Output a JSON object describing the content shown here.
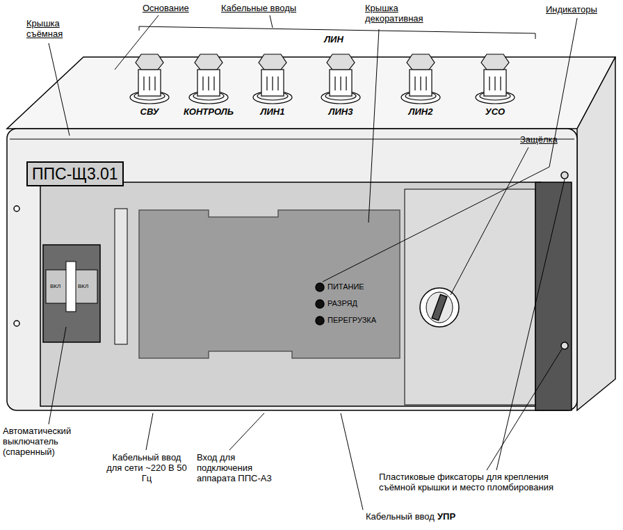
{
  "diagram": {
    "nodes": [
      {
        "text": [
          "ППС-Щ3.01"
        ]
      }
    ],
    "labels": [
      "Основание",
      "Кабельные вводы",
      "Крышка декоративная",
      "Индикаторы",
      "Крышка съёмная",
      "ЛИН",
      "СВУ",
      "КОНТРОЛЬ",
      "ЛИН1",
      "ЛИН3",
      "ЛИН2",
      "УСО",
      "Защёлка",
      "ПИТАНИЕ",
      "РАЗРЯД",
      "ПЕРЕГРУЗКА",
      "ВКЛ",
      "ВКЛ",
      "Автоматический выключатель (спаренный)",
      "Кабельный ввод для сети ~220 В 50 Гц",
      "Вход для подключения аппарата ППС-А3",
      "Пластиковые фиксаторы для крепления съёмной крышки и место пломбирования",
      "Кабельный ввод",
      "УПР"
    ]
  }
}
